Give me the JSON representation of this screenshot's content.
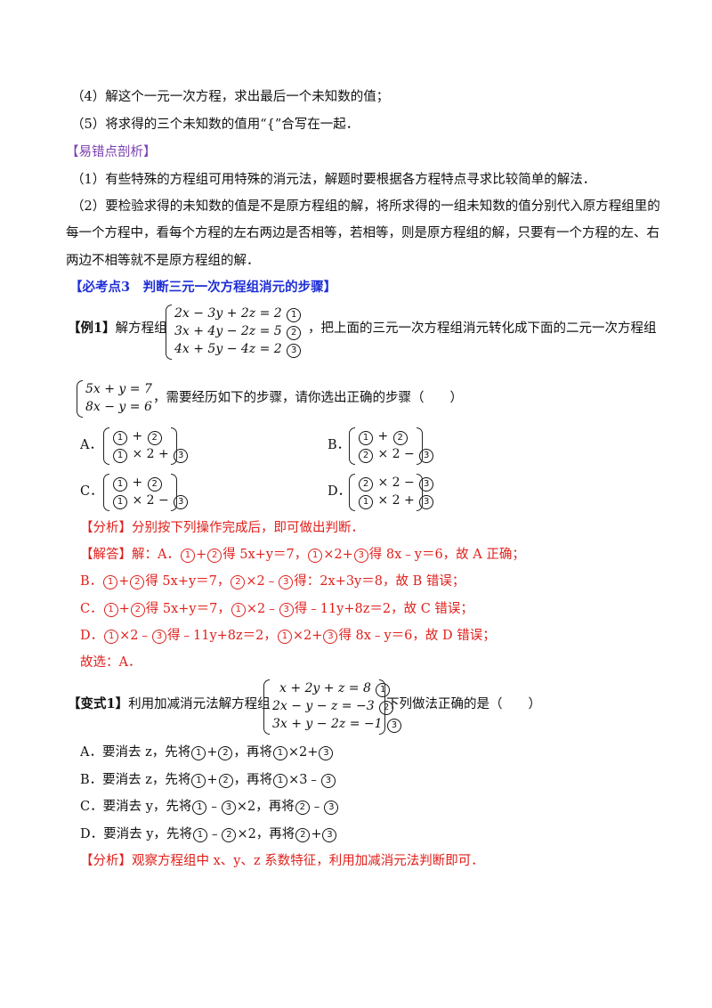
{
  "steps": [
    "（4）解这个一元一次方程，求出最后一个未知数的值；",
    "（5）将求得的三个未知数的值用“{”合写在一起．"
  ],
  "pitfall": {
    "heading": "【易错点剖析】",
    "p1": "（1）有些特殊的方程组可用特殊的消元法，解题时要根据各方程特点寻求比较简单的解法．",
    "p2_l1": "（2）要检验求得的未知数的值是不是原方程组的解，将所求得的一组未知数的值分别代入原方程组里的",
    "p2_l2": "每一个方程中，看每个方程的左右两边是否相等，若相等，则是原方程组的解，只要有一个方程的左、右",
    "p2_l3": "两边不相等就不是原方程组的解．"
  },
  "section_heading": "【必考点3　判断三元一次方程组消元的步骤】",
  "example1": {
    "label": "【例1】",
    "prefix": "解方程组",
    "suffix": "，把上面的三元一次方程组消元转化成下面的二元一次方程组",
    "system": [
      "2x − 3y + 2z = 2 ①",
      "3x + 4y − 2z = 5 ②",
      "4x + 5y − 4z = 2 ③"
    ],
    "target": [
      "5x + y = 7",
      "8x − y = 6"
    ],
    "question": "，需要经历如下的步骤，请你选出正确的步骤（　　）",
    "options": [
      {
        "letter": "A．",
        "rows": [
          "① + ②",
          "① × 2 + ③"
        ]
      },
      {
        "letter": "B．",
        "rows": [
          "① + ②",
          "② × 2 − ③"
        ]
      },
      {
        "letter": "C．",
        "rows": [
          "① + ②",
          "① × 2 − ③"
        ]
      },
      {
        "letter": "D．",
        "rows": [
          "② × 2 − ③",
          "① × 2 + ③"
        ]
      }
    ],
    "analysis_label": "【分析】",
    "analysis": "分别按下列操作完成后，即可做出判断．",
    "answer_label": "【解答】",
    "answer_lines": [
      "解：A．①+②得 5x+y＝7，①×2+③得 8x﹣y＝6，故 A 正确；",
      "B．①+②得 5x+y＝7，②×2﹣③得：2x+3y＝8，故 B 错误；",
      "C．①+②得 5x+y＝7，①×2﹣③得﹣11y+8z＝2，故 C 错误；",
      "D．①×2﹣③得﹣11y+8z＝2，①×2+③得 8x﹣y＝6，故 D 错误；",
      "故选：A．"
    ]
  },
  "variant1": {
    "label": "【变式1】",
    "prefix": "利用加减消元法解方程组",
    "system": [
      "x + 2y + z = 8 ①",
      "2x − y − z = −3 ②",
      "3x + y − 2z = −1 ③"
    ],
    "suffix": "下列做法正确的是（　　）",
    "options": [
      "A．要消去 z，先将①+②，再将①×2+③",
      "B．要消去 z，先将①+②，再将①×3﹣③",
      "C．要消去 y，先将①﹣③×2，再将②﹣③",
      "D．要消去 y，先将①﹣②×2，再将②+③"
    ],
    "analysis_label": "【分析】",
    "analysis": "观察方程组中 x、y、z 系数特征，利用加减消元法判断即可．"
  }
}
